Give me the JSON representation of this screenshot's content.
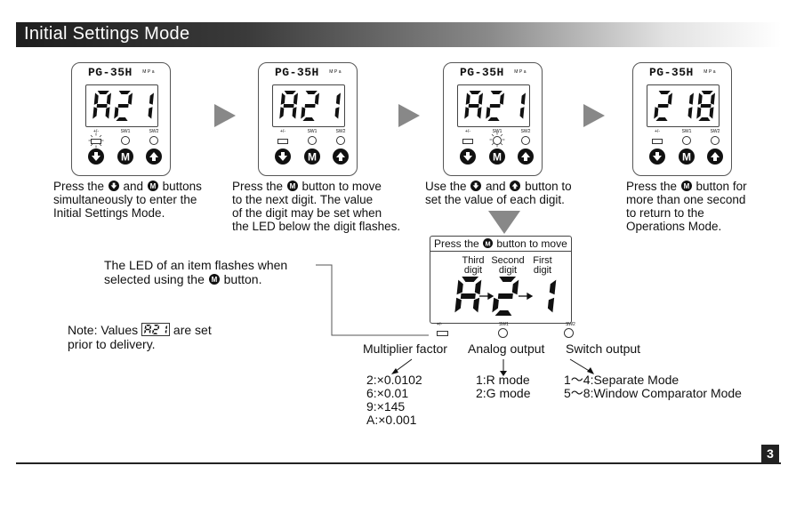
{
  "header": {
    "title": "Initial Settings Mode"
  },
  "device": {
    "model": "PG-35H",
    "unit": "MPa",
    "led_multiplier": "+/-",
    "led_sw1": "SW1",
    "led_sw2": "SW2"
  },
  "steps": [
    {
      "display": "A21",
      "text": [
        "Press the ",
        " and ",
        " buttons",
        "simultaneously to enter the",
        "Initial Settings Mode."
      ]
    },
    {
      "display": "A21",
      "text": [
        "Press the ",
        " button to move",
        "to the next digit. The value",
        "of the digit may be set when",
        "the LED below the digit flashes."
      ]
    },
    {
      "display": "A21",
      "text": [
        "Use the ",
        " and ",
        " button to",
        "set the value of each digit."
      ]
    },
    {
      "display": "218",
      "text": [
        "Press the ",
        " button for",
        "more than one second",
        "to return to the",
        "Operations Mode."
      ]
    }
  ],
  "detail": {
    "title_pre": "Press the ",
    "title_post": " button to move",
    "digits": [
      [
        "Third",
        "digit"
      ],
      [
        "Second",
        "digit"
      ],
      [
        "First",
        "digit"
      ]
    ],
    "led_note_line1": "The LED of an item flashes when",
    "led_note_line2_pre": "selected using the ",
    "led_note_line2_post": " button.",
    "note_pre": "Note: Values ",
    "note_post": " are set",
    "note_line2": "prior to delivery.",
    "multiplier_label": "Multiplier factor",
    "analog_label": "Analog output",
    "switch_label": "Switch output",
    "multiplier_values": [
      "2:×0.0102",
      "6:×0.01",
      "9:×145",
      "A:×0.001"
    ],
    "analog_values": [
      "1:R mode",
      "2:G mode"
    ],
    "switch_values": [
      "1～4:Separate Mode",
      "5～8:Window Comparator Mode"
    ]
  },
  "page_number": "3"
}
